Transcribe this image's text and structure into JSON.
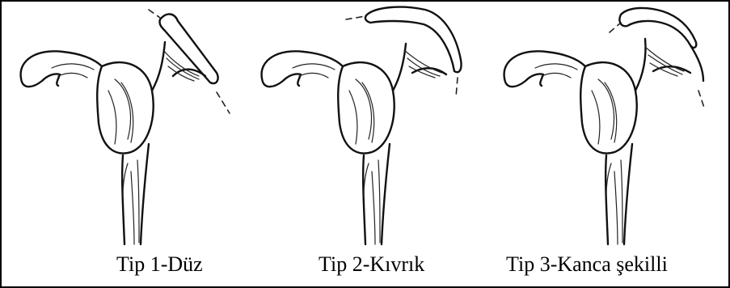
{
  "figure": {
    "panels": [
      {
        "caption": "Tip 1-Düz",
        "acromion_shape": "flat"
      },
      {
        "caption": "Tip 2-Kıvrık",
        "acromion_shape": "curved"
      },
      {
        "caption": "Tip 3-Kanca şekilli",
        "acromion_shape": "hooked"
      }
    ]
  }
}
